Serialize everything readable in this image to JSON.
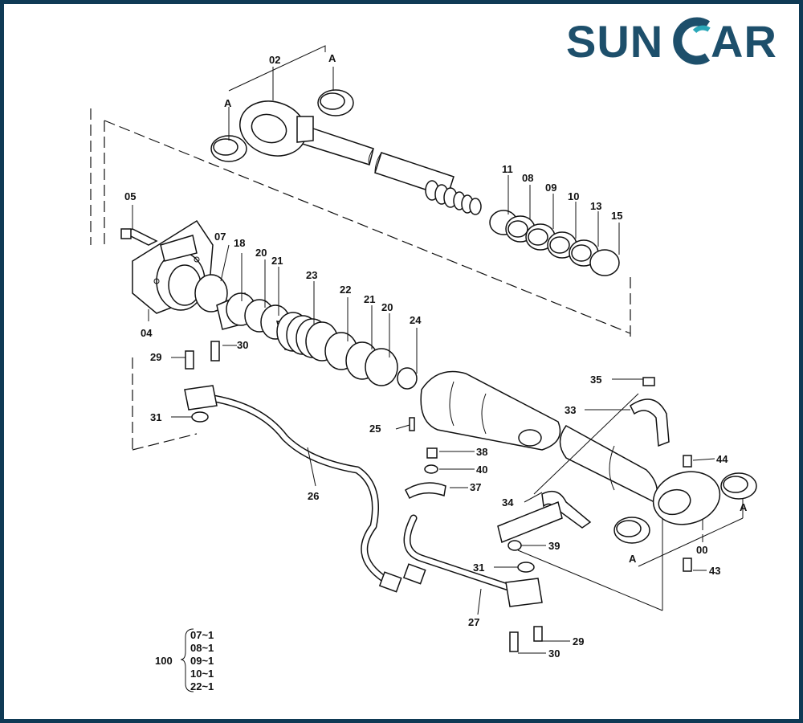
{
  "brand": {
    "text_left": "SUN",
    "text_right": "AR",
    "color": "#1d4f6b",
    "accent": "#2aa7b8"
  },
  "labels": {
    "00": "00",
    "02": "02",
    "04": "04",
    "05": "05",
    "07": "07",
    "08": "08",
    "09": "09",
    "10": "10",
    "11": "11",
    "13": "13",
    "15": "15",
    "18": "18",
    "20": "20",
    "21": "21",
    "22": "22",
    "23": "23",
    "24": "24",
    "25": "25",
    "26": "26",
    "27": "27",
    "29": "29",
    "30": "30",
    "31": "31",
    "33": "33",
    "34": "34",
    "35": "35",
    "37": "37",
    "38": "38",
    "39": "39",
    "40": "40",
    "43": "43",
    "44": "44",
    "A": "A"
  },
  "kit": {
    "number": "100",
    "items": [
      "07~1",
      "08~1",
      "09~1",
      "10~1",
      "22~1"
    ]
  }
}
